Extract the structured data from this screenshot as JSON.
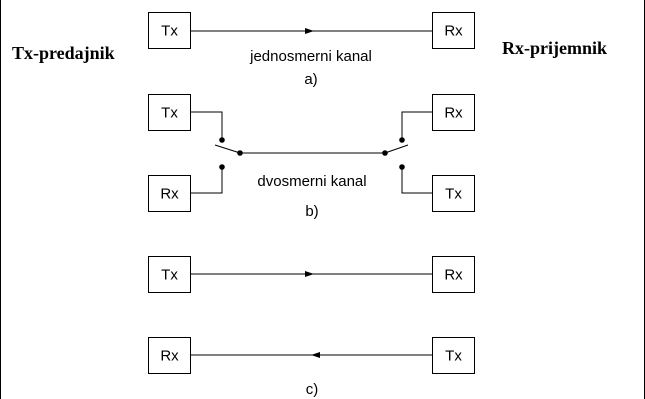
{
  "labels": {
    "transmitter": "Tx-predajnik",
    "receiver": "Rx-prijemnik"
  },
  "panel_a": {
    "tx": "Tx",
    "rx": "Rx",
    "channel": "jednosmerni kanal",
    "tag": "a)"
  },
  "panel_b": {
    "left_top": "Tx",
    "left_bottom": "Rx",
    "right_top": "Rx",
    "right_bottom": "Tx",
    "channel": "dvosmerni kanal",
    "tag": "b)"
  },
  "panel_c": {
    "row1_left": "Tx",
    "row1_right": "Rx",
    "row2_left": "Rx",
    "row2_right": "Tx",
    "tag": "c)"
  },
  "colors": {
    "stroke": "#000000",
    "background": "#ffffff"
  }
}
